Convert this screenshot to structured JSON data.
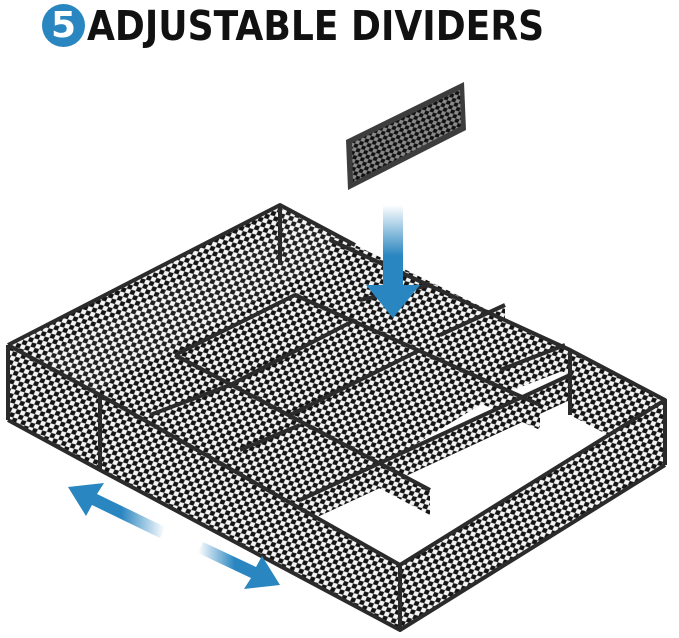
{
  "header": {
    "badge_number": "5",
    "title": "ADJUSTABLE DIVIDERS"
  },
  "colors": {
    "accent": "#2a86c0",
    "metal": "#1a1a1a",
    "frame": "#3a3a3a",
    "background": "#ffffff"
  },
  "illustration": {
    "product": "mesh-drawer-organizer",
    "divider_panel": "separate-mesh-divider",
    "arrows": [
      "insert-down-arrow",
      "expand-left-arrow",
      "expand-right-arrow"
    ]
  }
}
